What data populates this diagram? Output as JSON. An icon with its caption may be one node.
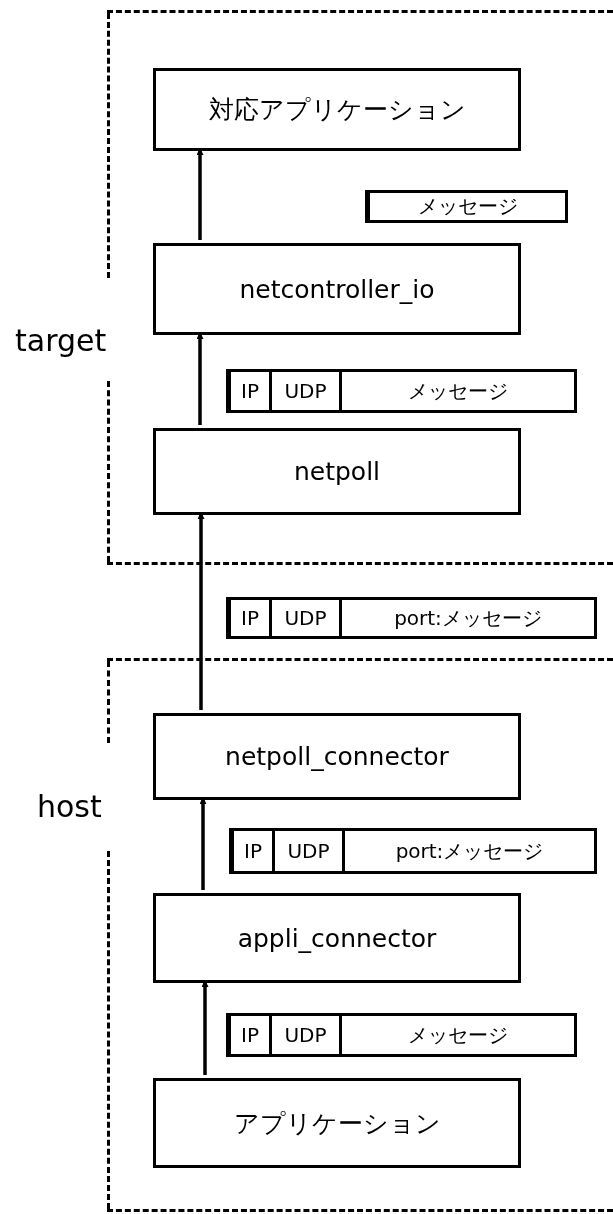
{
  "diagram": {
    "nodes": [
      {
        "text": [
          "target"
        ]
      },
      {
        "text": [
          "対応アプリケーション"
        ],
        "in": 0
      },
      {
        "text": [
          "メッセージ"
        ],
        "in": 0
      },
      {
        "text": [
          "netcontroller_io"
        ],
        "in": 0
      },
      {
        "text": [
          "IP",
          "UDP",
          "メッセージ"
        ],
        "in": 0
      },
      {
        "text": [
          "netpoll"
        ],
        "in": 0
      },
      {
        "text": [
          "IP",
          "UDP",
          "port:メッセージ"
        ]
      },
      {
        "text": [
          "host"
        ]
      },
      {
        "text": [
          "netpoll_connector"
        ],
        "in": 7
      },
      {
        "text": [
          "IP",
          "UDP",
          "port:メッセージ"
        ],
        "in": 7
      },
      {
        "text": [
          "appli_connector"
        ],
        "in": 7
      },
      {
        "text": [
          "IP",
          "UDP",
          "メッセージ"
        ],
        "in": 7
      },
      {
        "text": [
          "アプリケーション"
        ],
        "in": 7
      }
    ],
    "edges": [
      {
        "from": 3,
        "to": 1,
        "arrow": "to"
      },
      {
        "from": 5,
        "to": 3,
        "arrow": "to"
      },
      {
        "from": 8,
        "to": 5,
        "arrow": "to"
      },
      {
        "from": 10,
        "to": 8,
        "arrow": "to"
      },
      {
        "from": 12,
        "to": 10,
        "arrow": "to"
      }
    ]
  }
}
